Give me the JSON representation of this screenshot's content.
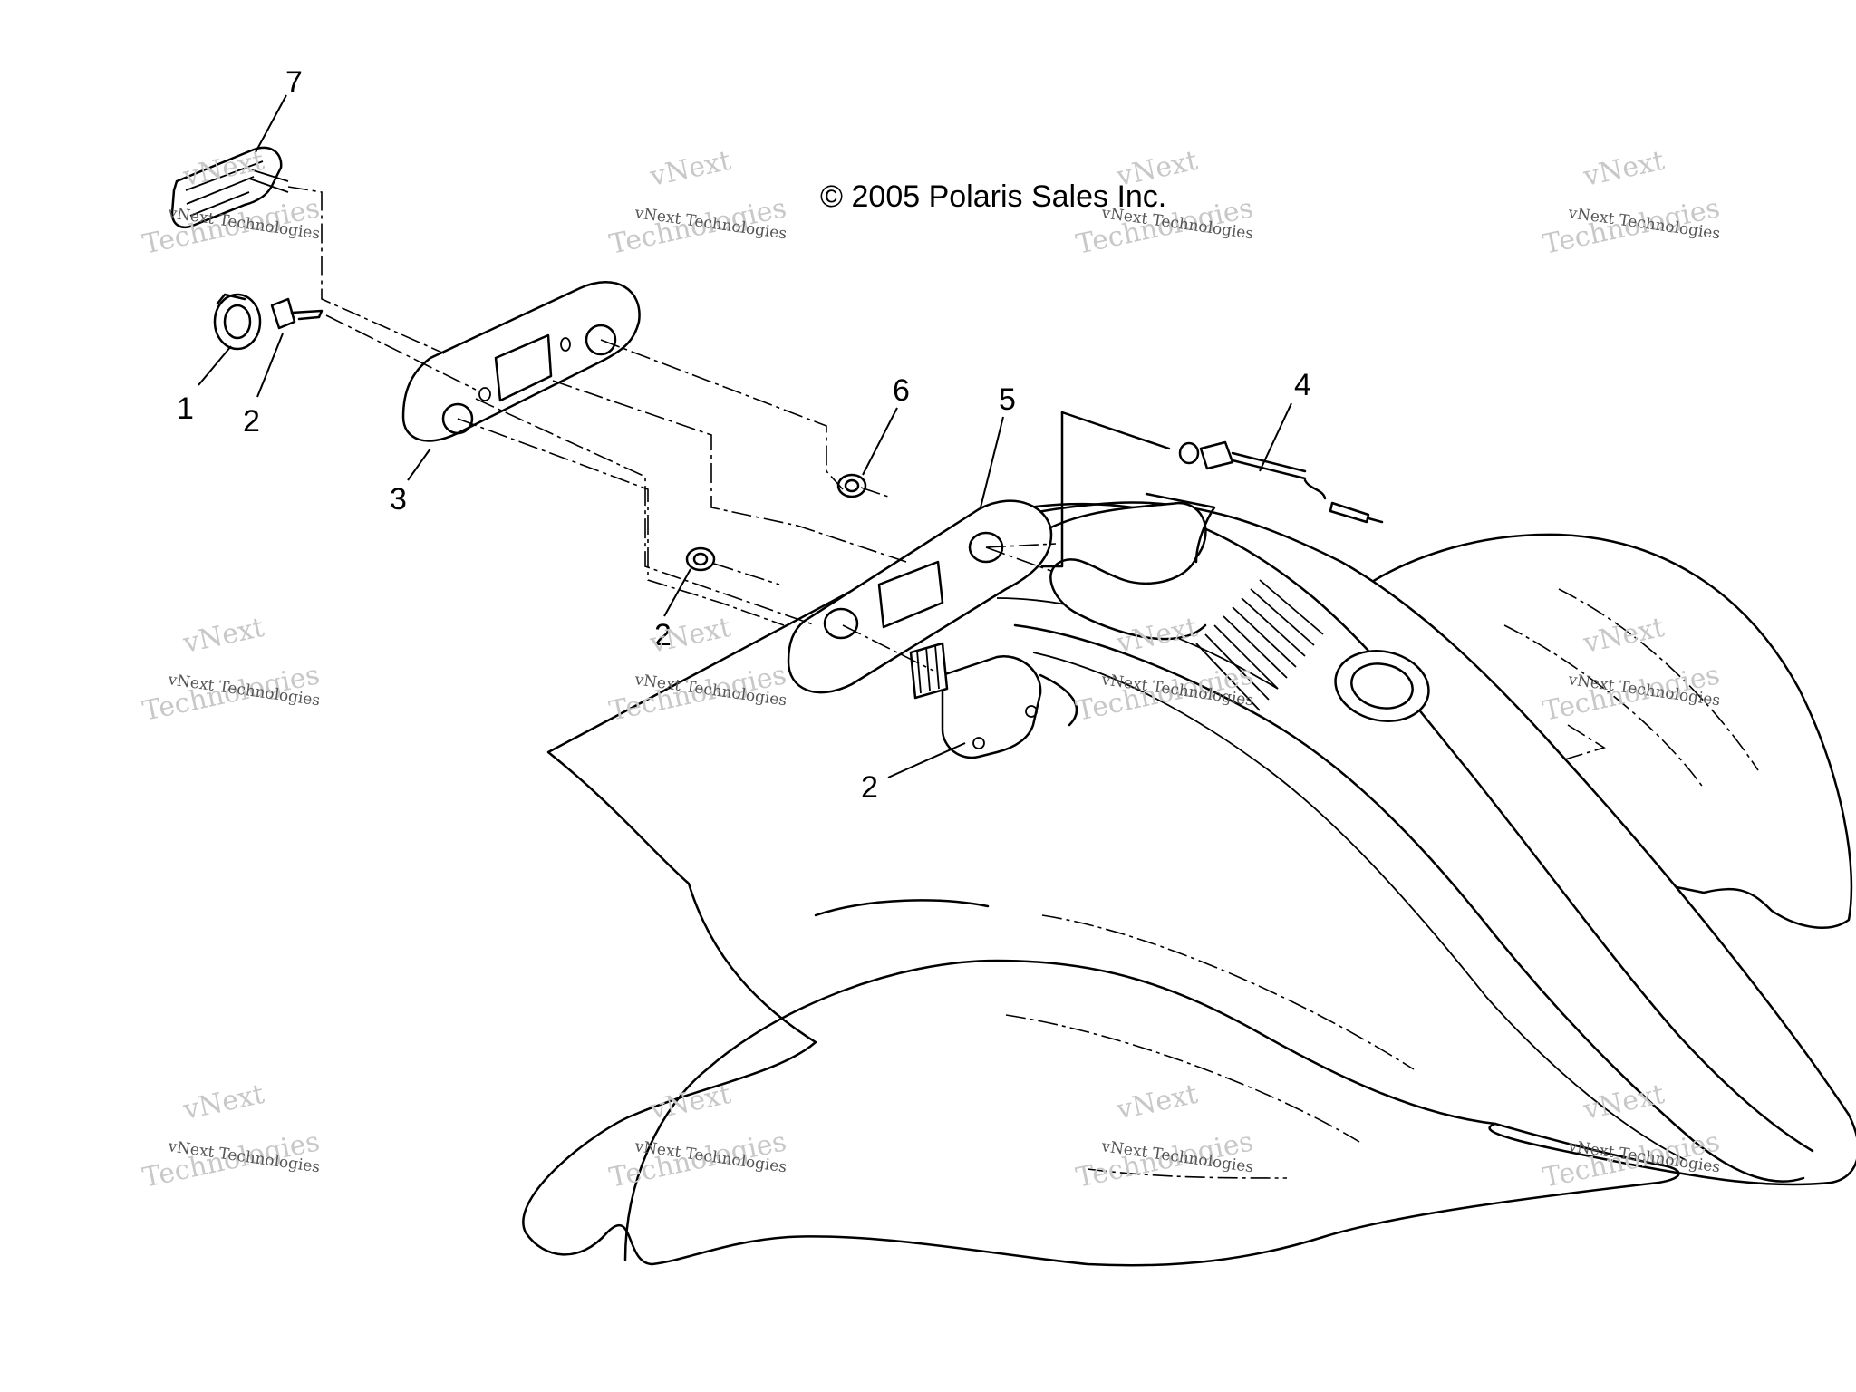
{
  "copyright": "© 2005 Polaris Sales Inc.",
  "callouts": [
    "7",
    "1",
    "2",
    "3",
    "6",
    "5",
    "4",
    "2",
    "2"
  ],
  "watermark": {
    "line1": "vNext",
    "line2": "vNext Technologies",
    "line3": "Technologies"
  }
}
